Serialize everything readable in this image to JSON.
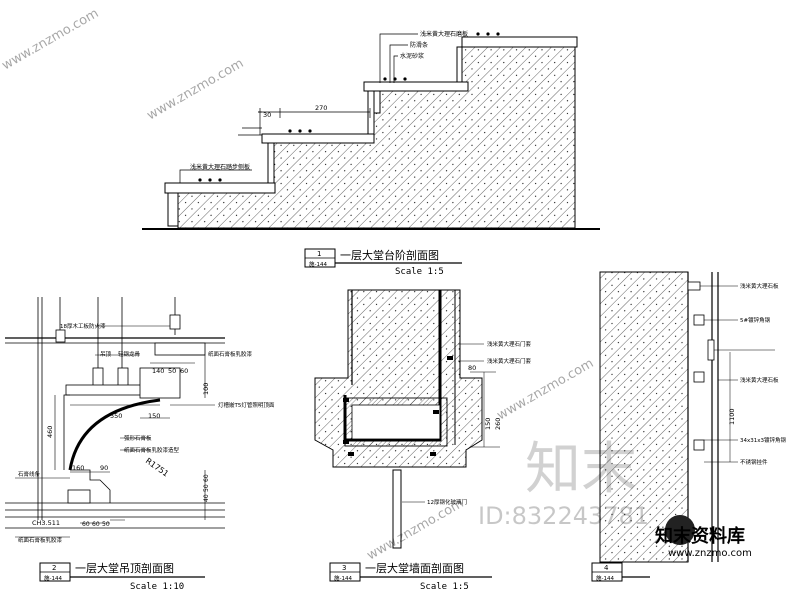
{
  "details": [
    {
      "number": "1",
      "ref": "施-144",
      "title": "一层大堂台阶剖面图",
      "scale": "Scale  1:5"
    },
    {
      "number": "2",
      "ref": "施-144",
      "title": "一层大堂吊顶剖面图",
      "scale": "Scale  1:10"
    },
    {
      "number": "3",
      "ref": "施-144",
      "title": "一层大堂墙面剖面图",
      "scale": "Scale  1:5"
    },
    {
      "number": "4",
      "ref": "施-144"
    }
  ],
  "stair": {
    "labels": [
      "浅米黄大理石磨板",
      "防滑条",
      "水泥砂浆",
      "浅米黄大理石踏步侧板"
    ],
    "dims": [
      "30",
      "270"
    ]
  },
  "ceiling": {
    "labels": [
      "18厚木工板防火漆",
      "吊顶",
      "轻钢龙骨",
      "纸面石膏板乳胶漆",
      "灯槽嵌T5灯管照明顶面",
      "弧形石膏板",
      "纸面石膏板乳胶漆造型",
      "石膏线条",
      "纸面石膏板乳胶漆"
    ],
    "dims": [
      "140",
      "50",
      "60",
      "100",
      "550",
      "150",
      "460",
      "R1751",
      "160",
      "90",
      "60",
      "50",
      "40",
      "60",
      "60",
      "50"
    ],
    "ch_mark": "CH3.511"
  },
  "wall_section": {
    "labels": [
      "浅米黄大理石门套",
      "浅米黄大理石门套",
      "12厚钢化玻璃门"
    ],
    "dims": [
      "80",
      "150",
      "260"
    ]
  },
  "wall_detail": {
    "labels": [
      "浅米黄大理石板",
      "5#镀锌角钢",
      "浅米黄大理石板",
      "34x31x3镀锌角钢",
      "不锈钢挂件"
    ],
    "dims": [
      "1100"
    ]
  },
  "watermarks": {
    "brand_cn": "知末",
    "id": "ID:832243781",
    "logo_text": "知末资料库",
    "url": "www.znzmo.com",
    "diag_text": "www.znzmo.com"
  }
}
